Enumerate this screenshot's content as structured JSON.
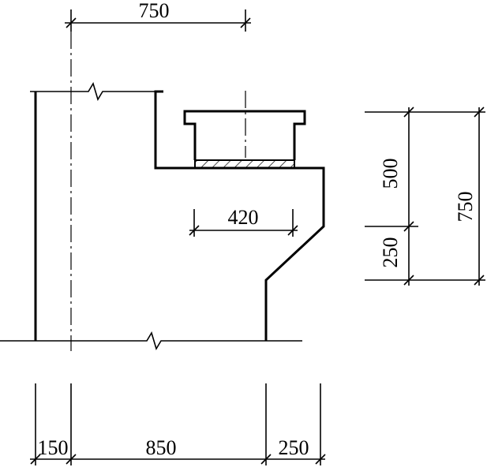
{
  "dimensions": {
    "top_width": "750",
    "corbel_width": "420",
    "right_upper_height": "500",
    "right_lower_height": "250",
    "right_total_height": "750",
    "bottom_left": "150",
    "bottom_middle": "850",
    "bottom_right": "250"
  },
  "colors": {
    "line": "#000000",
    "background": "#ffffff"
  }
}
